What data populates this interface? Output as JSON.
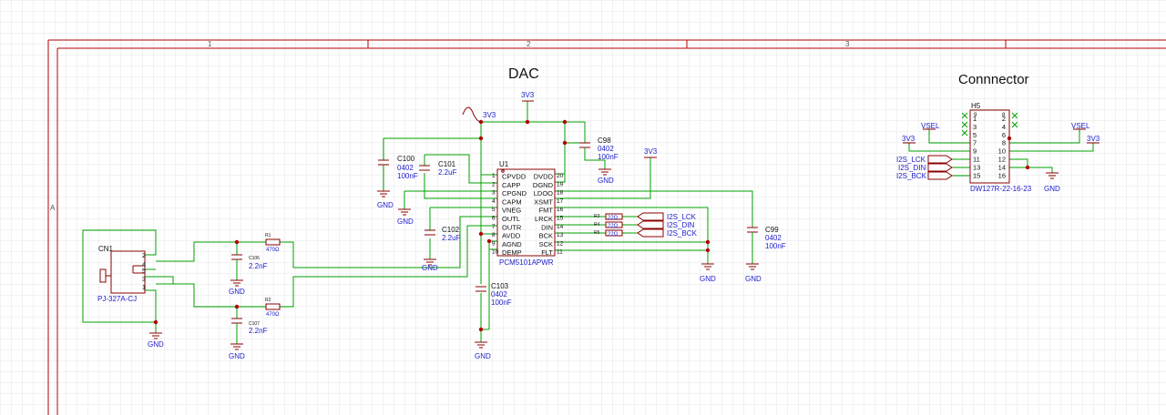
{
  "frame": {
    "columns": [
      "1",
      "2",
      "3"
    ],
    "row": "A"
  },
  "titles": {
    "dac": "DAC",
    "connector": "Connnector"
  },
  "nets": {
    "v33": "3V3",
    "gnd": "GND",
    "vsel": "VSEL",
    "i2s_lck": "I2S_LCK",
    "i2s_din": "I2S_DIN",
    "i2s_bck": "I2S_BCK"
  },
  "u1": {
    "ref": "U1",
    "part": "PCM5101APWR",
    "pins_left": [
      {
        "name": "CPVDD",
        "num": "1"
      },
      {
        "name": "CAPP",
        "num": "2"
      },
      {
        "name": "CPGND",
        "num": "3"
      },
      {
        "name": "CAPM",
        "num": "4"
      },
      {
        "name": "VNEG",
        "num": "5"
      },
      {
        "name": "OUTL",
        "num": "6"
      },
      {
        "name": "OUTR",
        "num": "7"
      },
      {
        "name": "AVDD",
        "num": "8"
      },
      {
        "name": "AGND",
        "num": "9"
      },
      {
        "name": "DEMP",
        "num": "10"
      }
    ],
    "pins_right": [
      {
        "name": "DVDD",
        "num": "20"
      },
      {
        "name": "DGND",
        "num": "19"
      },
      {
        "name": "LDOO",
        "num": "18"
      },
      {
        "name": "XSMT",
        "num": "17"
      },
      {
        "name": "FMT",
        "num": "16"
      },
      {
        "name": "LRCK",
        "num": "15"
      },
      {
        "name": "DIN",
        "num": "14"
      },
      {
        "name": "BCK",
        "num": "13"
      },
      {
        "name": "SCK",
        "num": "12"
      },
      {
        "name": "FLT",
        "num": "11"
      }
    ]
  },
  "caps": {
    "c100": {
      "ref": "C100",
      "pkg": "0402",
      "val": "100nF"
    },
    "c101": {
      "ref": "C101",
      "val": "2.2uF"
    },
    "c102": {
      "ref": "C102",
      "val": "2.2uF"
    },
    "c98": {
      "ref": "C98",
      "pkg": "0402",
      "val": "100nF"
    },
    "c99": {
      "ref": "C99",
      "pkg": "0402",
      "val": "100nF"
    },
    "c103": {
      "ref": "C103",
      "pkg": "0402",
      "val": "100nF"
    },
    "c106": {
      "ref": "C106",
      "val": "2.2nF"
    },
    "c107": {
      "ref": "C107",
      "val": "2.2nF"
    }
  },
  "resistors": {
    "r1": {
      "ref": "R1",
      "val": "470Ω"
    },
    "r2": {
      "ref": "R2",
      "val": "470Ω"
    },
    "r3": {
      "ref": "R3",
      "val": "22Ω"
    },
    "r4": {
      "ref": "R4",
      "val": "22Ω"
    },
    "r5": {
      "ref": "R5",
      "val": "22Ω"
    }
  },
  "cn1": {
    "ref": "CN1",
    "part": "PJ-327A-CJ",
    "pins": [
      "2",
      "4",
      "5",
      "3",
      "1"
    ]
  },
  "h5": {
    "ref": "H5",
    "part": "DW127R-22-16-23",
    "pins_left": [
      "1",
      "3",
      "5",
      "7",
      "9",
      "11",
      "13",
      "15"
    ],
    "pins_right": [
      "2",
      "4",
      "6",
      "8",
      "10",
      "12",
      "14",
      "16"
    ],
    "pin_extra_left": "9",
    "pin_extra_right": "8"
  },
  "colors": {
    "wire": "#00a000",
    "part": "#8b0000",
    "text_blue": "#1c1ccc",
    "frame": "#b30000"
  }
}
